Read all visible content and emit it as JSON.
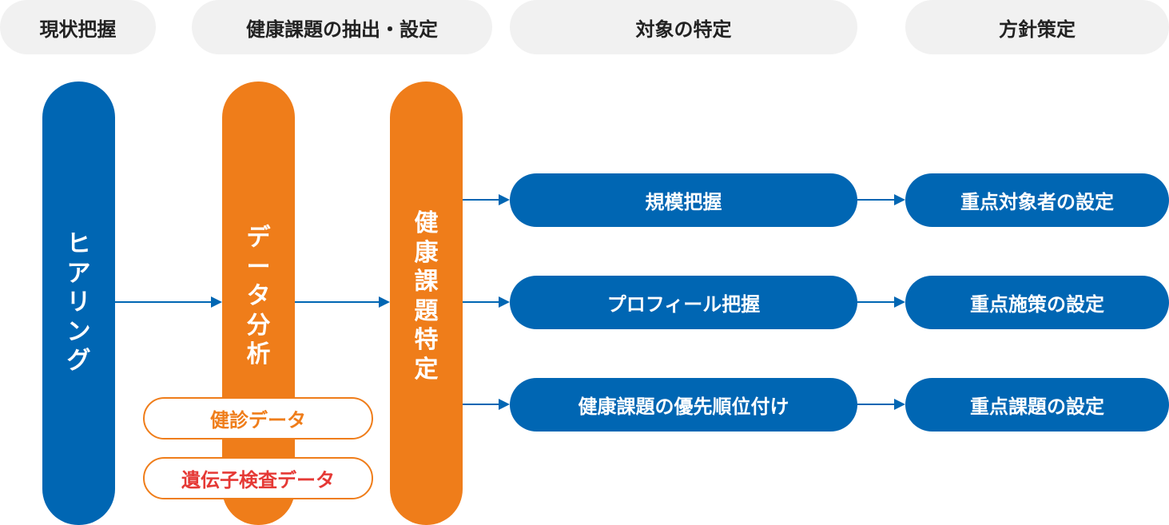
{
  "stages": [
    "現状把握",
    "健康課題の抽出・設定",
    "対象の特定",
    "方針策定"
  ],
  "hearing": "ヒアリング",
  "data_analysis": "データ分析",
  "issue_identification": "健康課題特定",
  "sources": [
    {
      "label": "健診データ",
      "color": "#ef7d1a"
    },
    {
      "label": "遺伝子検査データ",
      "color": "#e53935"
    }
  ],
  "targets": [
    "規模把握",
    "プロフィール把握",
    "健康課題の優先順位付け"
  ],
  "policies": [
    "重点対象者の設定",
    "重点施策の設定",
    "重点課題の設定"
  ],
  "colors": {
    "blue": "#0066b3",
    "orange": "#ef7d1a",
    "stage_bg": "#f1f1f1",
    "red_text": "#e53935"
  }
}
